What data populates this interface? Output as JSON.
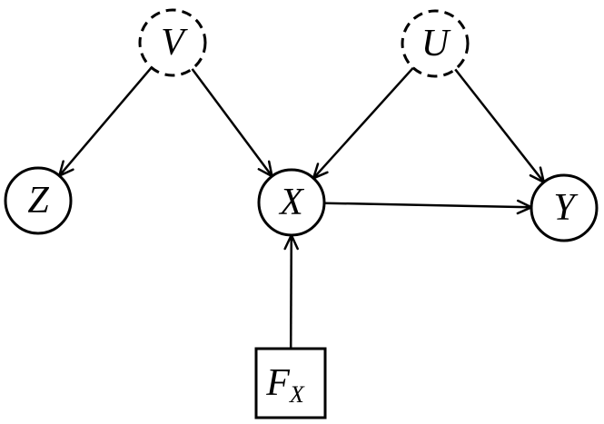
{
  "diagram": {
    "nodes": [
      {
        "id": "V",
        "label": "V",
        "subscript": "",
        "shape": "circle",
        "latent": true
      },
      {
        "id": "U",
        "label": "U",
        "subscript": "",
        "shape": "circle",
        "latent": true
      },
      {
        "id": "Z",
        "label": "Z",
        "subscript": "",
        "shape": "circle",
        "latent": false
      },
      {
        "id": "X",
        "label": "X",
        "subscript": "",
        "shape": "circle",
        "latent": false
      },
      {
        "id": "Y",
        "label": "Y",
        "subscript": "",
        "shape": "circle",
        "latent": false
      },
      {
        "id": "FX",
        "label": "F",
        "subscript": "X",
        "shape": "square",
        "latent": false
      }
    ],
    "edges": [
      {
        "from": "V",
        "to": "Z"
      },
      {
        "from": "V",
        "to": "X"
      },
      {
        "from": "U",
        "to": "X"
      },
      {
        "from": "U",
        "to": "Y"
      },
      {
        "from": "X",
        "to": "Y"
      },
      {
        "from": "FX",
        "to": "X"
      }
    ],
    "colors": {
      "stroke": "#000000",
      "fill": "#ffffff"
    }
  }
}
